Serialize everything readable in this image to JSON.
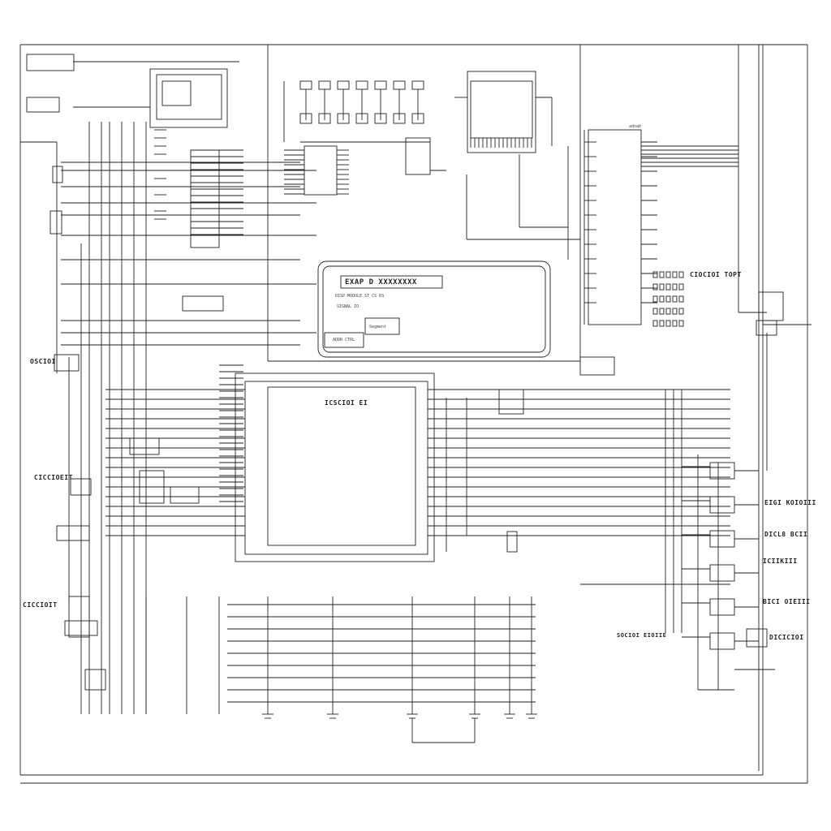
{
  "diagram": {
    "title": "Circuit schematic",
    "labels": {
      "lcd_header": "EXAP D XXXXXXXX",
      "lcd_line1": "DISP MODULE  ST CS RS",
      "lcd_line2": "SIGNAL IO",
      "lcd_box": "Segment",
      "lcd_footer": "ADDR CTRL",
      "center_chip": "ICSCIOI EI",
      "right_ic": "CIOCIOI TOPT",
      "left_1": "OSCIOI",
      "left_2": "CICCIOEIT",
      "left_3": "CICCIOIT",
      "right_1": "EIGI KOIOIII",
      "right_2": "DICL8 BCII",
      "right_3": "ICIIKIII",
      "right_4": "BICI OIEIII",
      "right_5": "DICICIOI",
      "bottom_right": "SOCIOI EIOIIE",
      "top_right": "adnab"
    }
  }
}
